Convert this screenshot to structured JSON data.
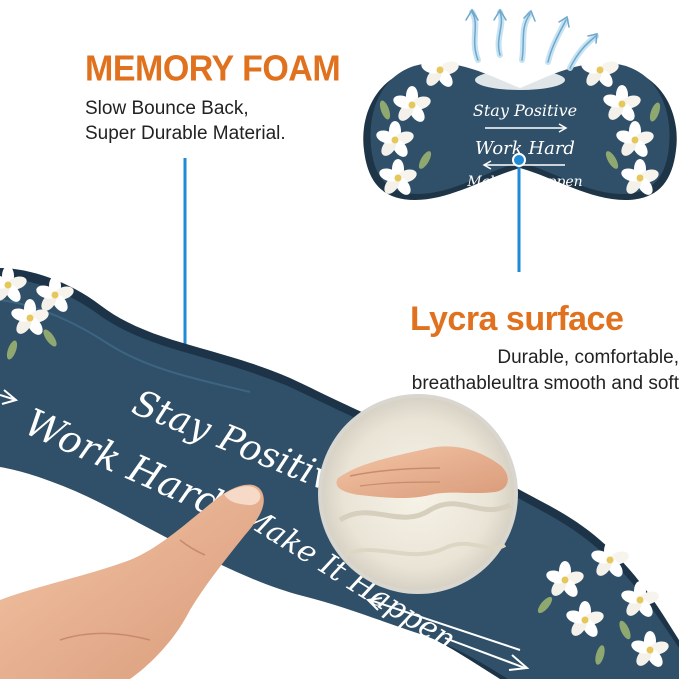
{
  "colors": {
    "accent": "#e0721f",
    "pointer": "#1f8ad6",
    "pad": "#2f5068",
    "pad_dark": "#24405a",
    "text": "#222222"
  },
  "memory_foam": {
    "title": "MEMORY FOAM",
    "desc_lines": [
      "Slow Bounce Back,",
      "Super Durable Material."
    ]
  },
  "lycra": {
    "title": "Lycra surface",
    "desc_lines": [
      "Durable, comfortable,",
      "breathableultra smooth and soft"
    ]
  },
  "small_pad": {
    "line1": "Stay Positive",
    "line2": "Work Hard",
    "line3": "Make It Happen"
  },
  "big_pad": {
    "line1": "Stay Positive",
    "line2": "Work Hard",
    "line3": "Make It Happen"
  }
}
